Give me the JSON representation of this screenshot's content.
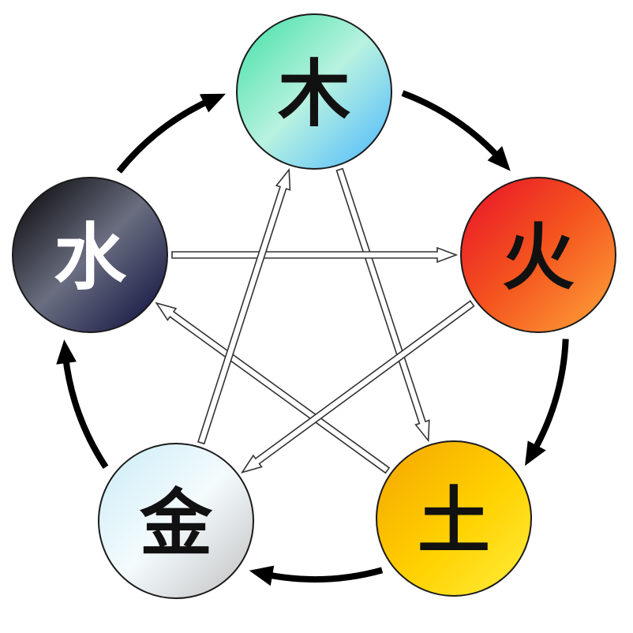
{
  "elements": [
    {
      "id": "wood",
      "char": "木",
      "text_color": "#111111"
    },
    {
      "id": "fire",
      "char": "火",
      "text_color": "#111111"
    },
    {
      "id": "earth",
      "char": "土",
      "text_color": "#111111"
    },
    {
      "id": "metal",
      "char": "金",
      "text_color": "#111111"
    },
    {
      "id": "water",
      "char": "水",
      "text_color": "#ffffff"
    }
  ],
  "generating_cycle": [
    {
      "from": "wood",
      "to": "fire"
    },
    {
      "from": "fire",
      "to": "earth"
    },
    {
      "from": "earth",
      "to": "metal"
    },
    {
      "from": "metal",
      "to": "water"
    },
    {
      "from": "water",
      "to": "wood"
    }
  ],
  "overcoming_cycle": [
    {
      "from": "wood",
      "to": "earth"
    },
    {
      "from": "earth",
      "to": "water"
    },
    {
      "from": "water",
      "to": "fire"
    },
    {
      "from": "fire",
      "to": "metal"
    },
    {
      "from": "metal",
      "to": "wood"
    }
  ],
  "colors": {
    "wood": [
      "#3fe0a2",
      "#b8f2e0",
      "#49b6ff"
    ],
    "fire": [
      "#e8102a",
      "#f4551e",
      "#ffa63a"
    ],
    "earth": [
      "#f5a400",
      "#ffd200",
      "#ffee40"
    ],
    "metal": [
      "#c9ecf6",
      "#f4fbfd",
      "#bfbfbf"
    ],
    "water": [
      "#000000",
      "#6a6e80",
      "#0a0a3c"
    ],
    "cycle_arrow": "#000000",
    "control_arrow_fill": "#ffffff",
    "control_arrow_stroke": "#333333"
  }
}
